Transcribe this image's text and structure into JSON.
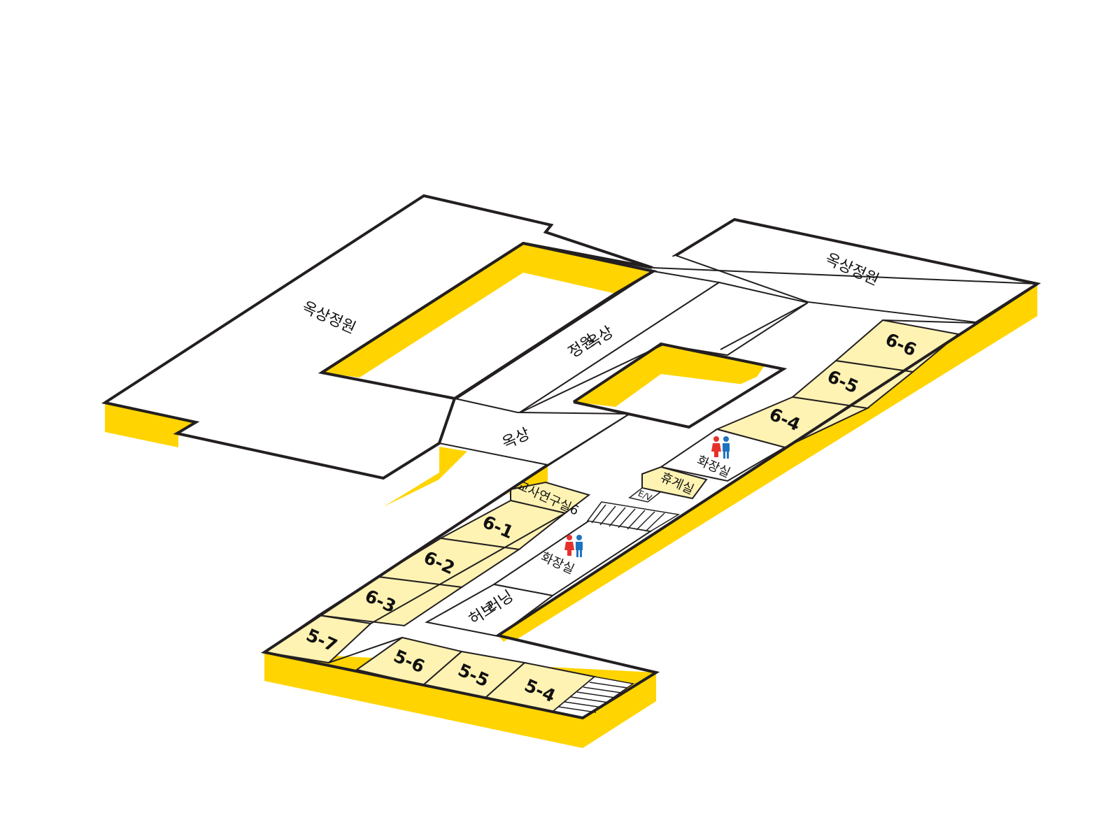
{
  "colors": {
    "slab": "#FFD400",
    "room_fill": "#FFF3B3",
    "floor_fill": "#FFFFFF",
    "outline": "#231F20",
    "female_icon": "#E5312B",
    "male_icon": "#1E73BE"
  },
  "areas": {
    "rooftop_garden_left": "옥상정원",
    "rooftop_garden_right": "옥상정원",
    "rooftop_garden_center_line1": "옥상",
    "rooftop_garden_center_line2": "정원",
    "rooftop": "옥상",
    "restroom_upper": "화장실",
    "restroom_lower": "화장실",
    "lounge": "휴게실",
    "elevator": "E/V",
    "learning_hub_line1": "러닝",
    "learning_hub_line2": "허브",
    "faculty_lab": "교사연구실6"
  },
  "rooms": {
    "r6_6": "6-6",
    "r6_5": "6-5",
    "r6_4": "6-4",
    "r6_1": "6-1",
    "r6_2": "6-2",
    "r6_3": "6-3",
    "r5_7": "5-7",
    "r5_6": "5-6",
    "r5_5": "5-5",
    "r5_4": "5-4"
  },
  "icons": {
    "restroom_upper": "restroom-icon",
    "restroom_lower": "restroom-icon",
    "stairs": "stairs-icon"
  }
}
